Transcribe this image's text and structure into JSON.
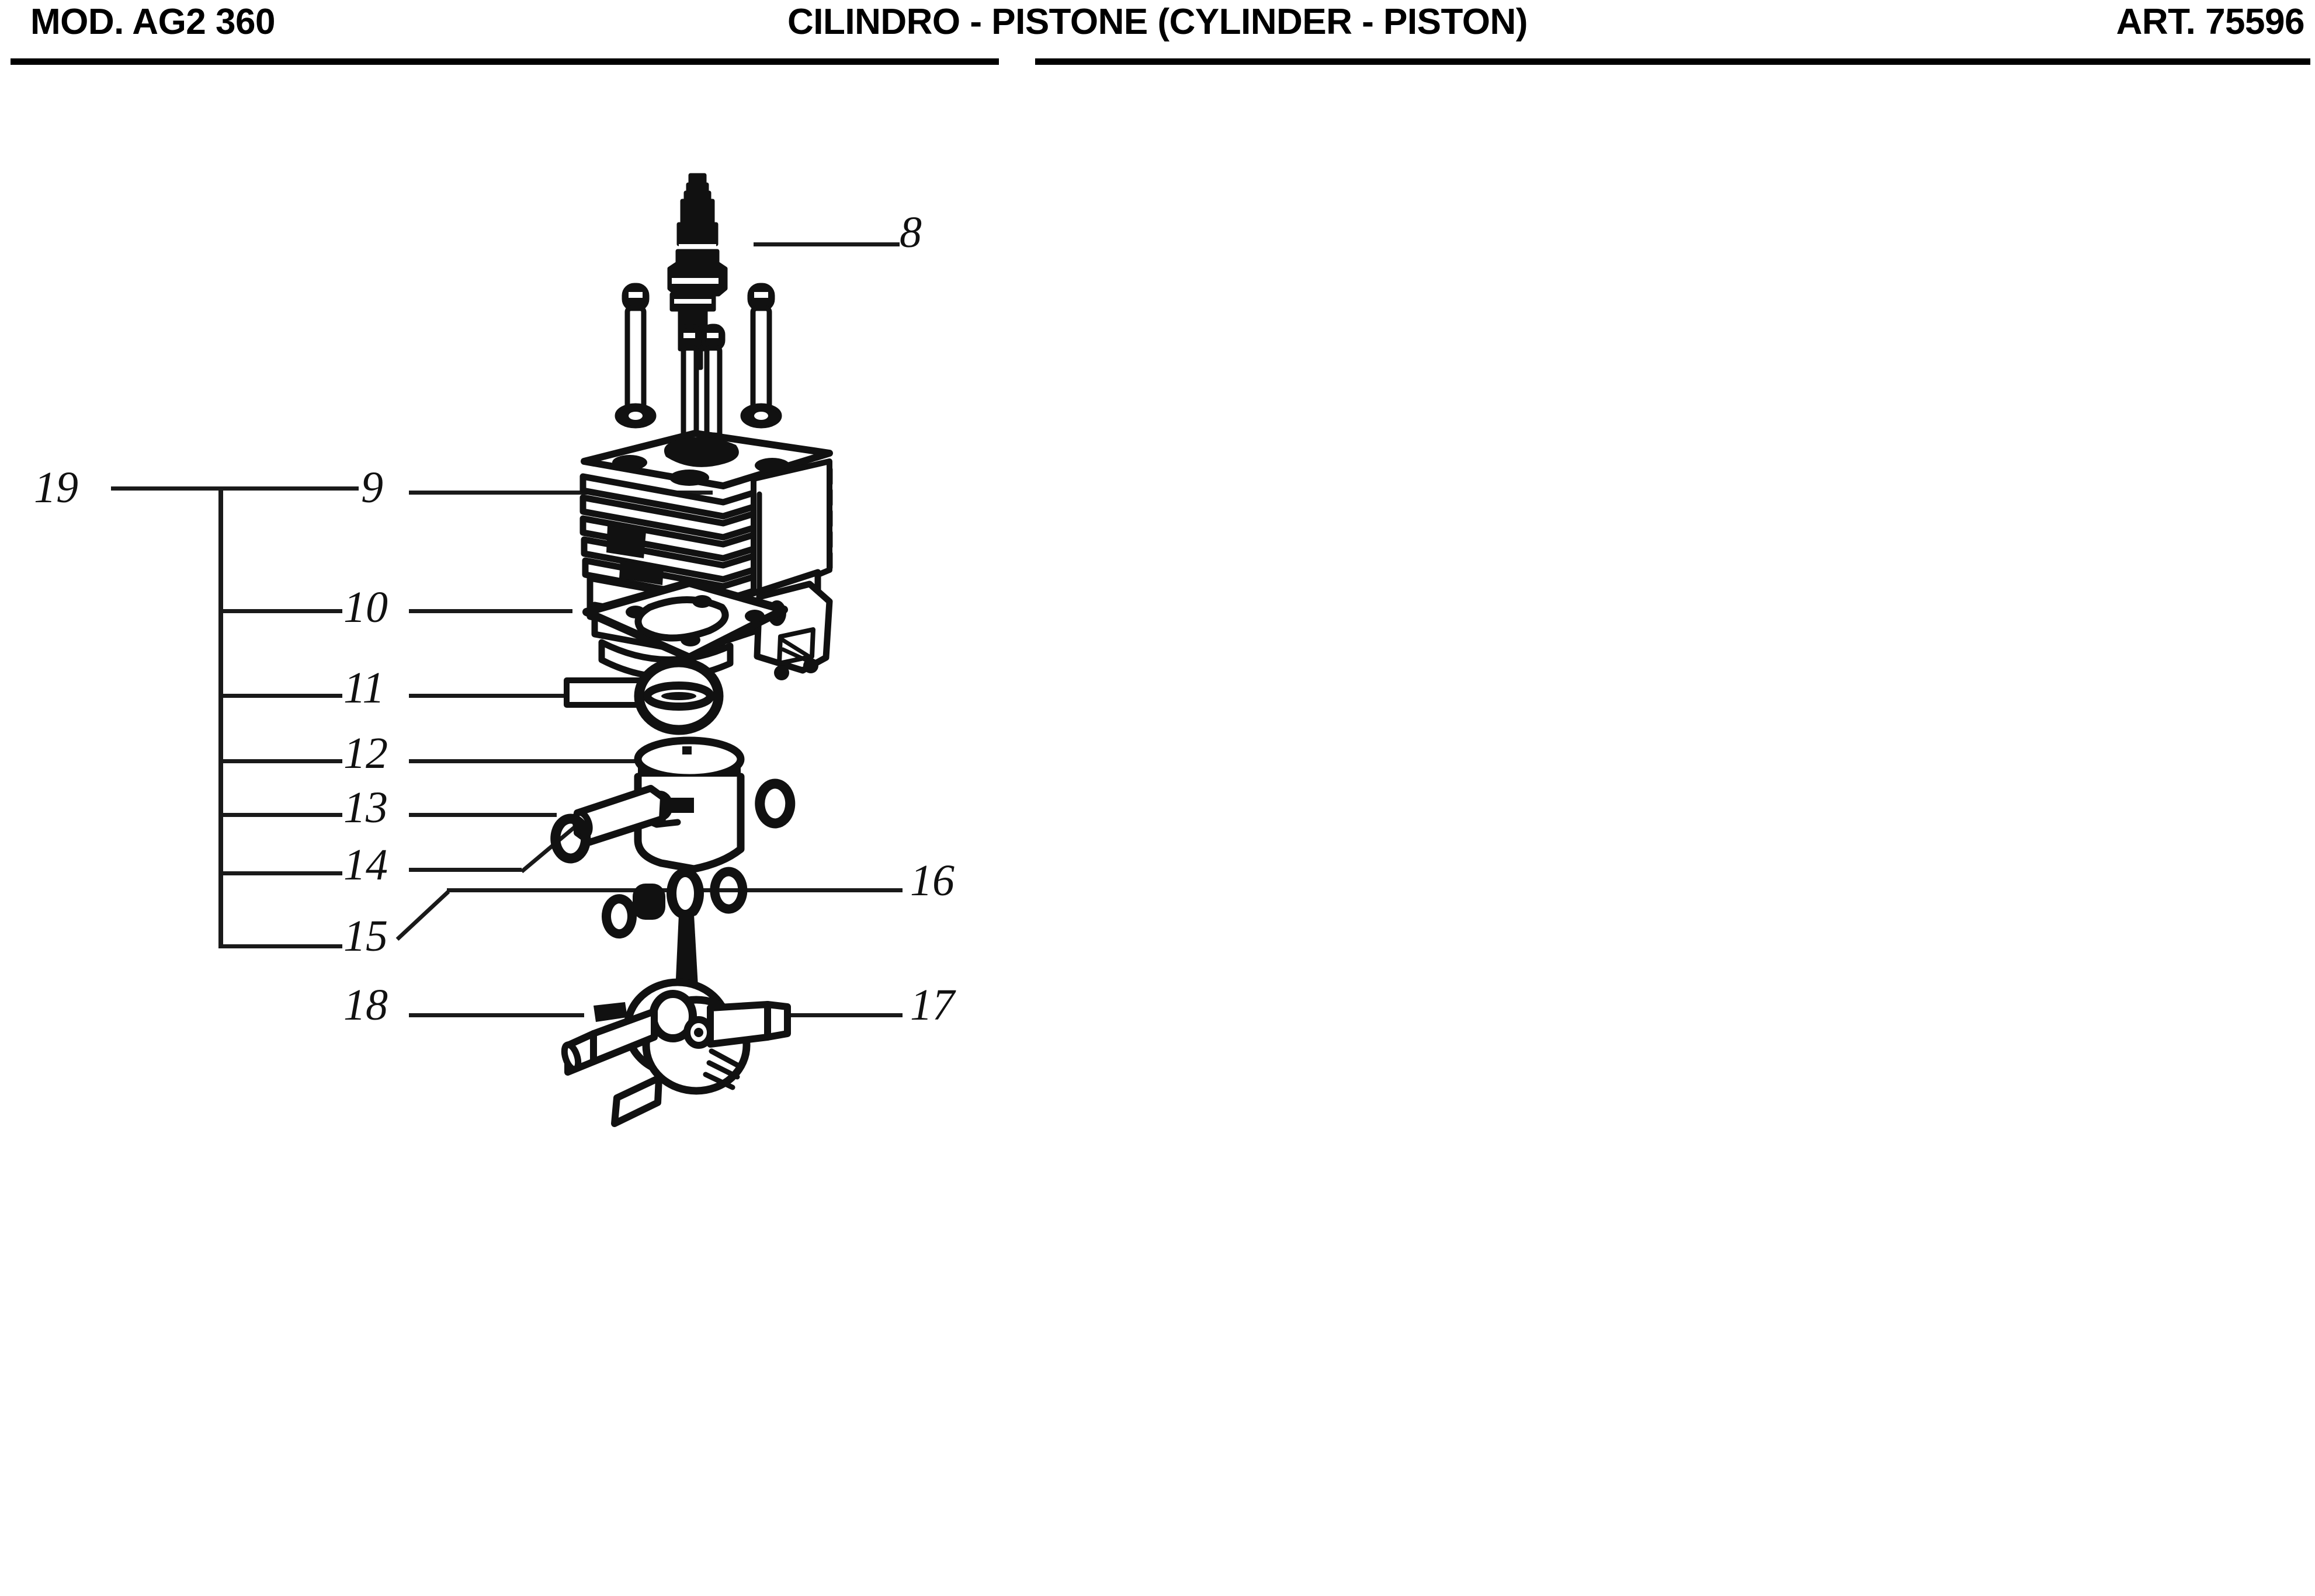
{
  "header": {
    "model": "MOD. AG2 360",
    "title": "CILINDRO - PISTONE (CYLINDER - PISTON)",
    "article": "ART. 75596"
  },
  "diagram": {
    "name": "cylinder-piston-exploded-view",
    "callouts": [
      {
        "id": "8",
        "label": "8",
        "part": "spark-plug"
      },
      {
        "id": "9",
        "label": "9",
        "part": "cylinder-assembly"
      },
      {
        "id": "10",
        "label": "10",
        "part": "cylinder-base-gasket"
      },
      {
        "id": "11",
        "label": "11",
        "part": "piston-ring"
      },
      {
        "id": "12",
        "label": "12",
        "part": "piston"
      },
      {
        "id": "13",
        "label": "13",
        "part": "piston-pin"
      },
      {
        "id": "14",
        "label": "14",
        "part": "piston-pin-circlip"
      },
      {
        "id": "15",
        "label": "15",
        "part": "needle-bearing"
      },
      {
        "id": "16",
        "label": "16",
        "part": "crankshaft-bearing"
      },
      {
        "id": "17",
        "label": "17",
        "part": "crankshaft"
      },
      {
        "id": "18",
        "label": "18",
        "part": "woodruff-key"
      },
      {
        "id": "19",
        "label": "19",
        "part": "cylinder-piston-group"
      }
    ]
  },
  "colors": {
    "ink": "#000000",
    "line": "#1a1a1a",
    "paper": "#ffffff"
  }
}
